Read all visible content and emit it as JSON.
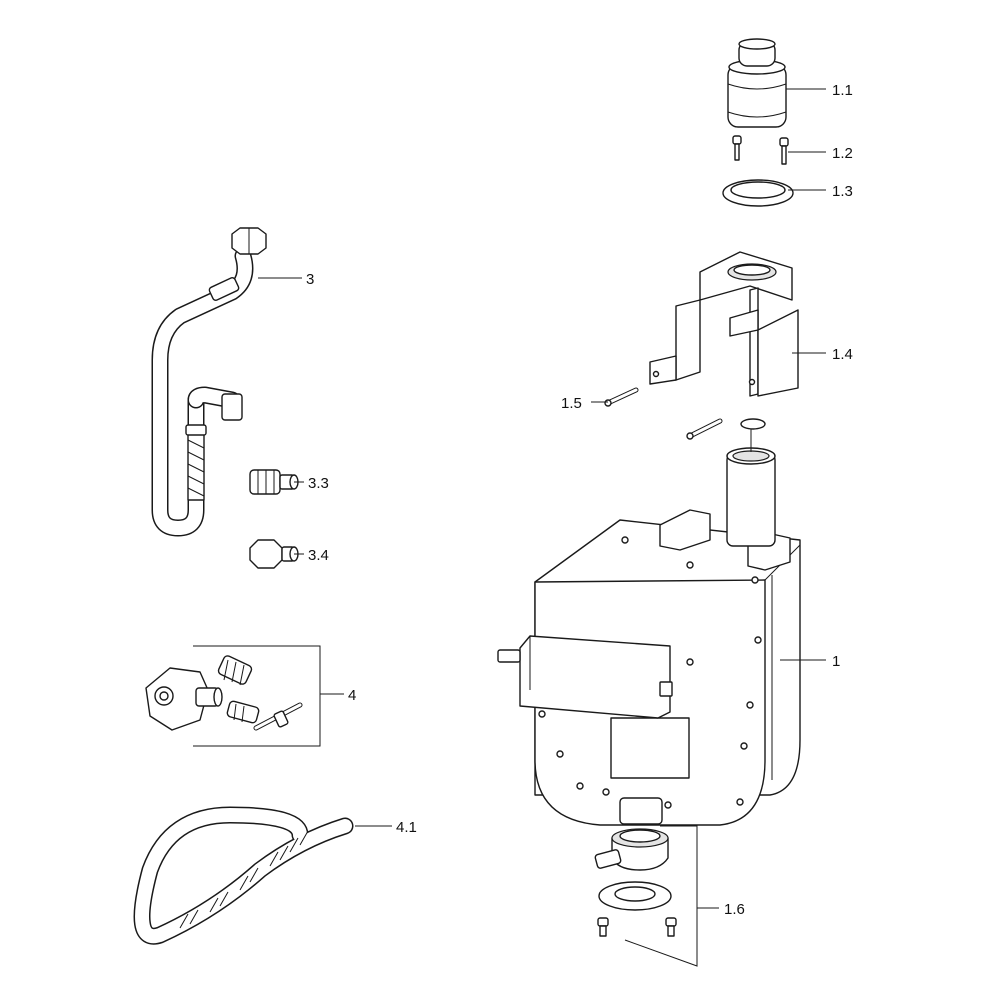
{
  "labels": {
    "p1_1": "1.1",
    "p1_2": "1.2",
    "p1_3": "1.3",
    "p3": "3",
    "p1_4": "1.4",
    "p1_5": "1.5",
    "p3_3": "3.3",
    "p3_4": "3.4",
    "p1": "1",
    "p4": "4",
    "p4_1": "4.1",
    "p1_6": "1.6"
  }
}
